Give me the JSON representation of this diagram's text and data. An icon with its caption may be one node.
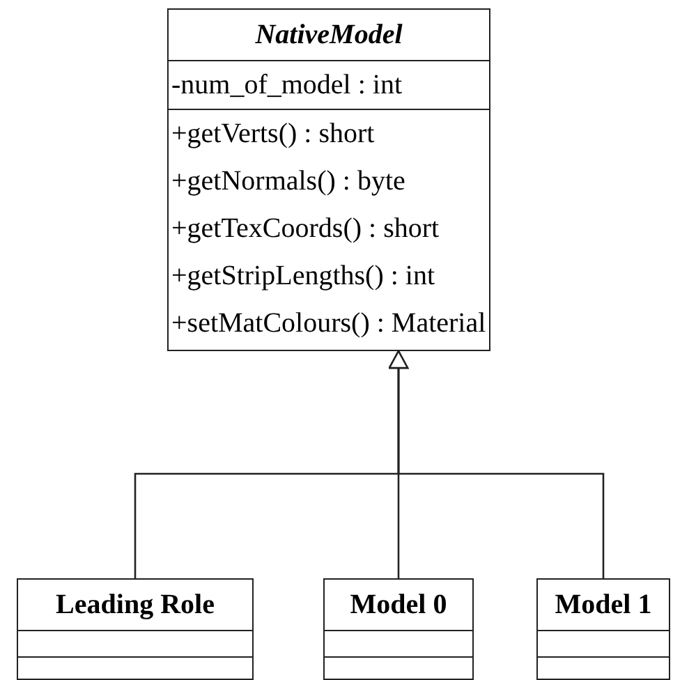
{
  "diagram": {
    "nodes": [
      {
        "text": [
          "NativeModel",
          "-num_of_model : int",
          "+getVerts() : short",
          "+getNormals() : byte",
          "+getTexCoords() : short",
          "+getStripLengths() : int",
          "+setMatColours() : Material"
        ]
      },
      {
        "text": [
          "Leading Role"
        ]
      },
      {
        "text": [
          "Model 0"
        ]
      },
      {
        "text": [
          "Model 1"
        ]
      }
    ],
    "edges": [
      {
        "from": 1,
        "to": 0,
        "arrow": "to"
      },
      {
        "from": 2,
        "to": 0,
        "arrow": "to"
      },
      {
        "from": 3,
        "to": 0,
        "arrow": "to"
      }
    ]
  }
}
